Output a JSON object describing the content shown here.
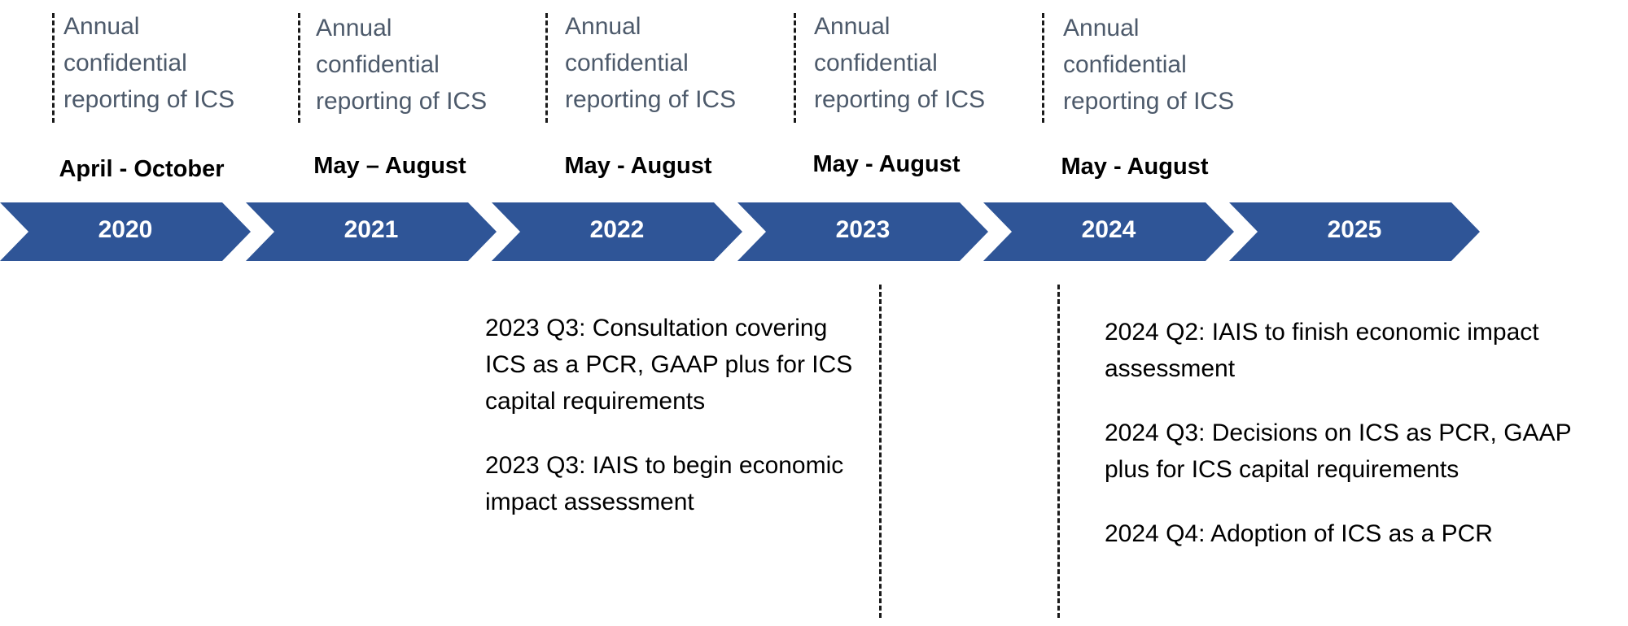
{
  "reports": [
    {
      "lines": [
        "Annual",
        "confidential",
        "reporting of ICS"
      ]
    },
    {
      "lines": [
        "Annual",
        "confidential",
        "reporting of ICS"
      ]
    },
    {
      "lines": [
        "Annual",
        "confidential",
        "reporting of ICS"
      ]
    },
    {
      "lines": [
        "Annual",
        "confidential",
        "reporting of ICS"
      ]
    },
    {
      "lines": [
        "Annual",
        "confidential",
        "reporting of ICS"
      ]
    }
  ],
  "periods": [
    "April - October",
    "May – August",
    "May - August",
    "May - August",
    "May - August"
  ],
  "years": [
    "2020",
    "2021",
    "2022",
    "2023",
    "2024",
    "2025"
  ],
  "notes_2023": [
    "2023 Q3: Consultation covering ICS as a PCR, GAAP plus for ICS capital requirements",
    "2023 Q3: IAIS to begin economic impact assessment"
  ],
  "notes_2024": [
    "2024 Q2: IAIS to finish economic impact assessment",
    "2024 Q3: Decisions on ICS as PCR, GAAP plus for ICS capital requirements",
    "2024 Q4: Adoption of ICS as a PCR"
  ],
  "colors": {
    "arrow": "#2f5597",
    "report_text": "#4d5a6b",
    "dash": "#1a1a1a"
  }
}
